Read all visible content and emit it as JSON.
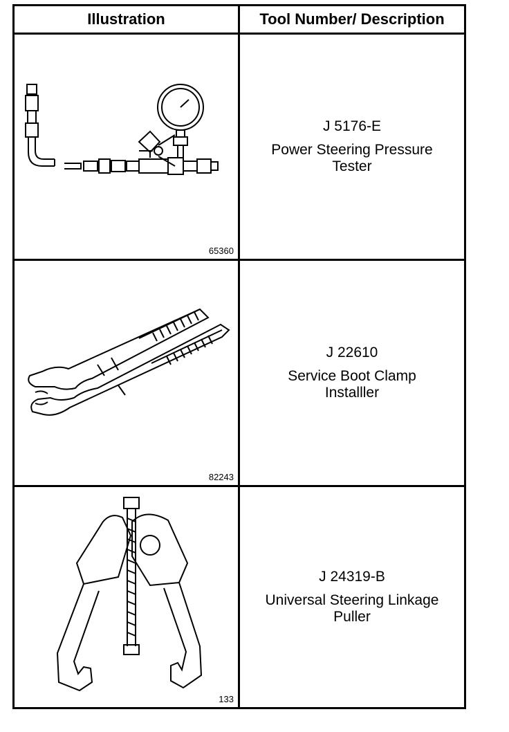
{
  "header": {
    "illustration": "Illustration",
    "tool": "Tool Number/ Description"
  },
  "rows": [
    {
      "figure": "65360",
      "tool_number": "J 5176-E",
      "desc_line1": "Power Steering Pressure",
      "desc_line2": "Tester",
      "illustration_icon": "pressure-tester-icon"
    },
    {
      "figure": "82243",
      "tool_number": "J 22610",
      "desc_line1": "Service Boot Clamp",
      "desc_line2": "Installler",
      "illustration_icon": "clamp-installer-pliers-icon"
    },
    {
      "figure": "133",
      "tool_number": "J 24319-B",
      "desc_line1": "Universal Steering Linkage",
      "desc_line2": "Puller",
      "illustration_icon": "linkage-puller-icon"
    }
  ]
}
